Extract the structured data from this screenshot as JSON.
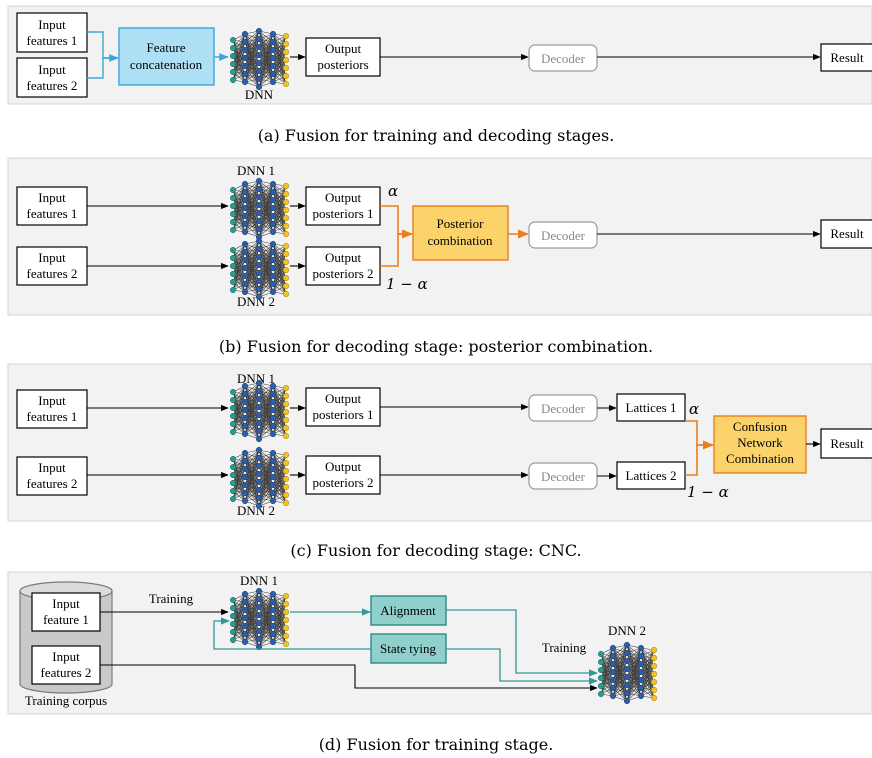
{
  "panel_a": {
    "input1": [
      "Input",
      "features 1"
    ],
    "input2": [
      "Input",
      "features 2"
    ],
    "fusion": [
      "Feature",
      "concatenation"
    ],
    "dnn": "DNN",
    "posteriors": [
      "Output",
      "posteriors"
    ],
    "decoder": "Decoder",
    "result": "Result",
    "caption": "(a) Fusion for training and decoding stages."
  },
  "panel_b": {
    "dnn1": "DNN 1",
    "dnn2": "DNN 2",
    "input1": [
      "Input",
      "features 1"
    ],
    "input2": [
      "Input",
      "features 2"
    ],
    "post1": [
      "Output",
      "posteriors 1"
    ],
    "post2": [
      "Output",
      "posteriors 2"
    ],
    "weight1": "α",
    "weight2": "1 − α",
    "combination": [
      "Posterior",
      "combination"
    ],
    "decoder": "Decoder",
    "result": "Result",
    "caption": "(b) Fusion for decoding stage: posterior combination."
  },
  "panel_c": {
    "dnn1": "DNN 1",
    "dnn2": "DNN 2",
    "input1": [
      "Input",
      "features 1"
    ],
    "input2": [
      "Input",
      "features 2"
    ],
    "post1": [
      "Output",
      "posteriors 1"
    ],
    "post2": [
      "Output",
      "posteriors 2"
    ],
    "decoder1": "Decoder",
    "decoder2": "Decoder",
    "lattices1": "Lattices 1",
    "lattices2": "Lattices 2",
    "weight1": "α",
    "weight2": "1 − α",
    "cnc": [
      "Confusion",
      "Network",
      "Combination"
    ],
    "result": "Result",
    "caption": "(c) Fusion for decoding stage: CNC."
  },
  "panel_d": {
    "input1": [
      "Input",
      "feature 1"
    ],
    "input2": [
      "Input",
      "features 2"
    ],
    "corpus": "Training corpus",
    "training1": "Training",
    "dnn1": "DNN 1",
    "alignment": "Alignment",
    "state_tying": "State tying",
    "training2": "Training",
    "dnn2": "DNN 2",
    "caption": "(d) Fusion for training stage."
  },
  "colors": {
    "panel_bg": "#f2f2f2",
    "feature_fusion": "#aee0f5",
    "posterior_fusion": "#fbd36a",
    "orange_wire": "#e8801e",
    "teal": "#8fcfcc",
    "decoder_gray": "#9a9a9a"
  }
}
